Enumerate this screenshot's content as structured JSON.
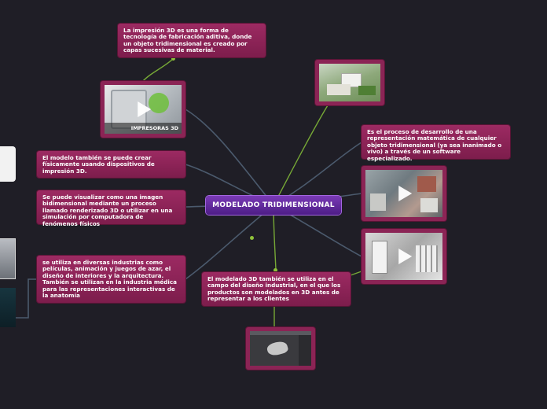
{
  "center": {
    "label": "MODELADO TRIDIMENSIONAL"
  },
  "nodes": {
    "definition_top": "La impresión 3D es una forma de tecnología de fabricación aditiva, donde un objeto tridimensional es creado por capas sucesivas de material.",
    "physical_model": "El modelo también se puede crear físicamente usando dispositivos de impresión 3D.",
    "visualize": "Se puede visualizar como una imagen bidimensional mediante un proceso llamado renderizado 3D o utilizar en una simulación por computadora de fenómenos físicos",
    "industries": "se utiliza en diversas industrias como películas, animación y juegos de azar, el diseño de interiores y la arquitectura. También se utilizan en la industria médica para las representaciones interactivas de la anatomía",
    "process": "Es el proceso de desarrollo de una representación matemática de cualquier objeto tridimensional (ya sea inanimado o vivo) a través de un software especializado.",
    "industrial_design": "El modelado 3D también se utiliza en el campo del diseño industrial, en el que los productos son modelados en 3D antes de representar a los clientes"
  },
  "media": {
    "printer_video_caption": "IMPRESORAS 3D",
    "printer_video_icon": "play-icon",
    "house_image_icon": "house-render-image",
    "city_video_icon": "play-icon",
    "buildings_video_icon": "play-icon",
    "software_image_icon": "3d-software-screenshot"
  },
  "colors": {
    "background": "#1f1e26",
    "node": "#8b2455",
    "center": "#5e2a9c",
    "connector": "#4a5a6e",
    "green_connector": "#7fb03a"
  }
}
